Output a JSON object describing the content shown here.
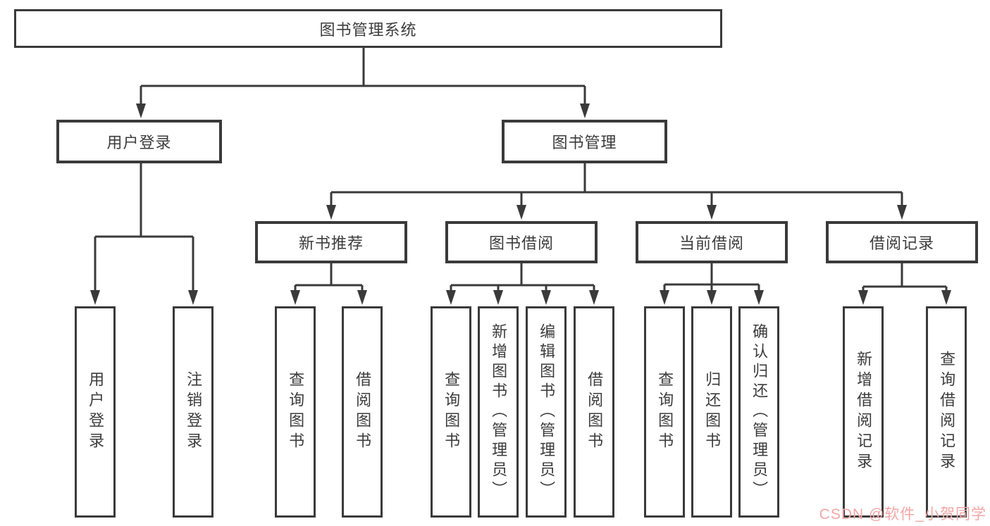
{
  "diagram": {
    "root": {
      "label": "图书管理系统"
    },
    "branches": [
      {
        "label": "用户登录",
        "children": [
          {
            "label": "用户登录"
          },
          {
            "label": "注销登录"
          }
        ]
      },
      {
        "label": "图书管理",
        "children": [
          {
            "label": "新书推荐",
            "children": [
              {
                "label": "查询图书"
              },
              {
                "label": "借阅图书"
              }
            ]
          },
          {
            "label": "图书借阅",
            "children": [
              {
                "label": "查询图书"
              },
              {
                "label": "新增图书（管理员）"
              },
              {
                "label": "编辑图书（管理员）"
              },
              {
                "label": "借阅图书"
              }
            ]
          },
          {
            "label": "当前借阅",
            "children": [
              {
                "label": "查询图书"
              },
              {
                "label": "归还图书"
              },
              {
                "label": "确认归还（管理员）"
              }
            ]
          },
          {
            "label": "借阅记录",
            "children": [
              {
                "label": "新增借阅记录"
              },
              {
                "label": "查询借阅记录"
              }
            ]
          }
        ]
      }
    ]
  },
  "watermark": {
    "text": "CSDN @软件_小贺同学",
    "color": "#f2a6a6"
  },
  "colors": {
    "line": "#3a3a3a",
    "text": "#3c3c3c",
    "background": "#ffffff"
  }
}
